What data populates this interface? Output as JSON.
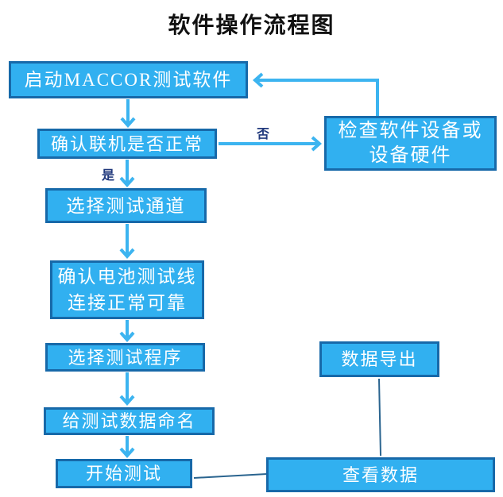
{
  "title": "软件操作流程图",
  "colors": {
    "box_fill": "#31b0f0",
    "box_border": "#1769a9",
    "arrow": "#3cb4f0",
    "thin_line": "#2a648f",
    "label_color": "#223a7d"
  },
  "nodes": {
    "start": {
      "label": "启动MACCOR测试软件"
    },
    "check_online": {
      "label": "确认联机是否正常"
    },
    "check_device": {
      "label": "检查软件设备或\n设备硬件"
    },
    "select_channel": {
      "label": "选择测试通道"
    },
    "confirm_cable": {
      "label": "确认电池测试线\n连接正常可靠"
    },
    "select_program": {
      "label": "选择测试程序"
    },
    "name_data": {
      "label": "给测试数据命名"
    },
    "start_test": {
      "label": "开始测试"
    },
    "export_data": {
      "label": "数据导出"
    },
    "view_data": {
      "label": "查看数据"
    }
  },
  "edge_labels": {
    "no": "否",
    "yes": "是"
  }
}
